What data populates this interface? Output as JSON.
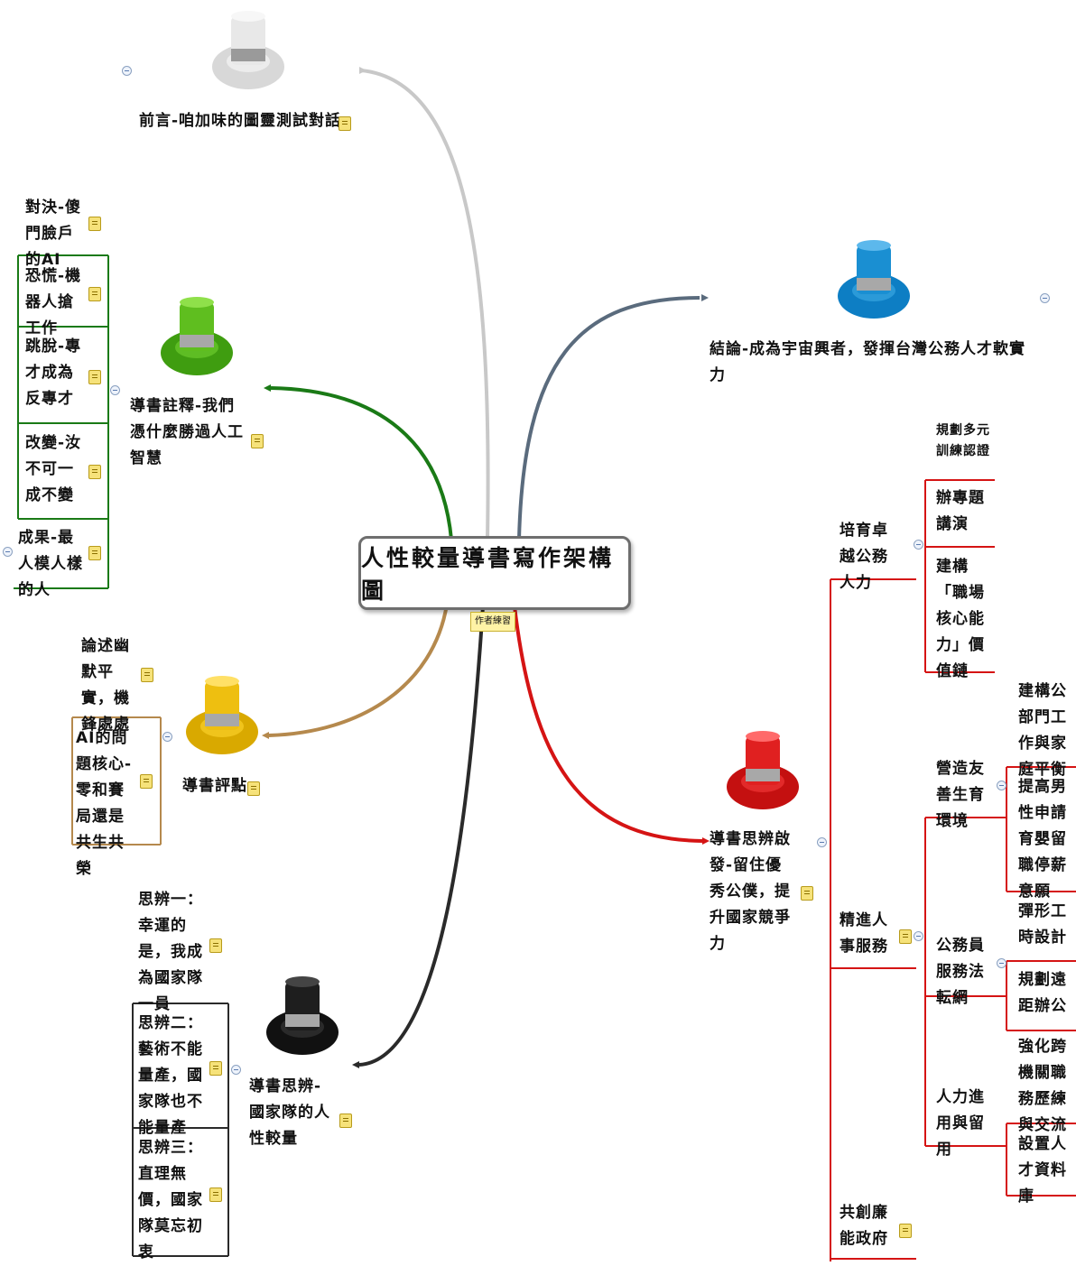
{
  "center": {
    "title": "人性較量導書寫作架構圖",
    "tag": "作者練習"
  },
  "colors": {
    "grey": "#c8c8c8",
    "slate": "#5a6b7d",
    "green": "#1a7a16",
    "gold": "#b5894d",
    "black": "#2a2a2a",
    "red": "#d51414"
  },
  "branches": {
    "intro": {
      "label": "前言-咱加味的圖靈測試對話"
    },
    "conclusion": {
      "label": "結論-成為宇宙興者，發揮台灣公務人才軟實力"
    },
    "annotation": {
      "label": "導書註釋-我們憑什麼勝過人工智慧",
      "children": [
        "對決-傻門臉戶的AI",
        "恐慌-機器人搶工作",
        "跳脫-專才成為反專才",
        "改變-汝不可一成不變",
        "成果-最人模人樣的人"
      ]
    },
    "review": {
      "label": "導書評點",
      "children": [
        "論述幽默平實，機鋒處處",
        "AI的問題核心-零和賽局還是共生共榮"
      ]
    },
    "reflection": {
      "label": "導書思辨-國家隊的人性較量",
      "children": [
        "思辨一：幸運的是，我成為國家隊一員",
        "思辨二：藝術不能量產，國家隊也不能量產",
        "思辨三：直理無價，國家隊莫忘初衷"
      ]
    },
    "inspiration": {
      "label": "導書思辨啟發-留住優秀公僕，提升國家競爭力",
      "groups": [
        {
          "label": "培育卓越公務人力",
          "children": [
            "規劃多元訓練認證",
            "辦專題講演",
            "建構「職場核心能力」價值鏈"
          ]
        },
        {
          "label": "精進人事服務",
          "subgroups": [
            {
              "label": "營造友善生育環境",
              "children": [
                "建構公部門工作與家庭平衡",
                "提高男性申請育嬰留職停薪意願"
              ]
            },
            {
              "label": "公務員服務法転網",
              "children": [
                "彈形工時設計",
                "規劃遠距辦公"
              ]
            },
            {
              "label": "人力進用與留用",
              "children": [
                "強化跨機關職務歷練與交流",
                "設置人才資料庫"
              ]
            }
          ]
        },
        {
          "label": "共創廉能政府",
          "children": []
        }
      ]
    }
  }
}
